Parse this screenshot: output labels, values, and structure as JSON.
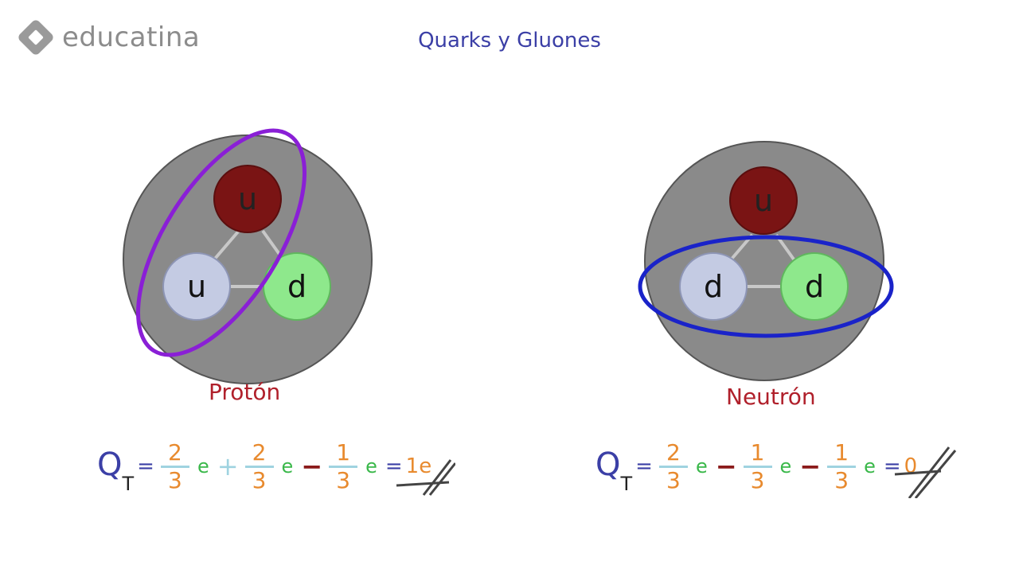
{
  "logo": {
    "text": "educatina"
  },
  "title": "Quarks y Gluones",
  "proton": {
    "label": "Protón",
    "quarks": [
      "u",
      "u",
      "d"
    ],
    "equation": {
      "q": "Q",
      "sub": "T",
      "eq": "=",
      "f1_num": "2",
      "f1_den": "3",
      "e1": "e",
      "op1": "+",
      "f2_num": "2",
      "f2_den": "3",
      "e2": "e",
      "op2": "−",
      "f3_num": "1",
      "f3_den": "3",
      "e3": "e",
      "eq2": "=",
      "result": "1e"
    }
  },
  "neutron": {
    "label": "Neutrón",
    "quarks": [
      "u",
      "d",
      "d"
    ],
    "equation": {
      "q": "Q",
      "sub": "T",
      "eq": "=",
      "f1_num": "2",
      "f1_den": "3",
      "e1": "e",
      "op1": "−",
      "f2_num": "1",
      "f2_den": "3",
      "e2": "e",
      "op2": "−",
      "f3_num": "1",
      "f3_den": "3",
      "e3": "e",
      "eq2": "=",
      "result": "0"
    }
  },
  "colors": {
    "nucleon": "#8a8a8a",
    "quark_up_red": "#7a1414",
    "quark_up_blue": "#c4cbe3",
    "quark_down_green": "#8ee88c",
    "proton_ring": "#8a1fd6",
    "neutron_ring": "#1a23c9"
  }
}
